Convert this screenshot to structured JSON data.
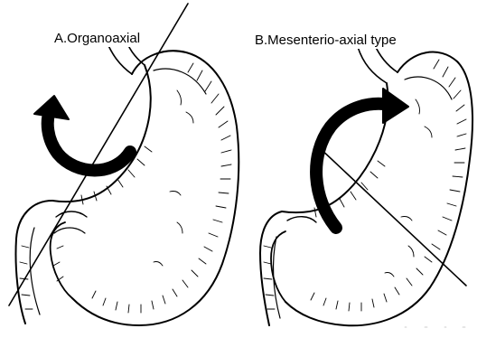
{
  "figure": {
    "panels": [
      {
        "label": "A.Organoaxial",
        "type": "organoaxial"
      },
      {
        "label": "B.Mesenterio-axial type",
        "type": "mesenterio-axial"
      }
    ],
    "colors": {
      "ink": "#000000",
      "paper": "#ffffff"
    }
  }
}
